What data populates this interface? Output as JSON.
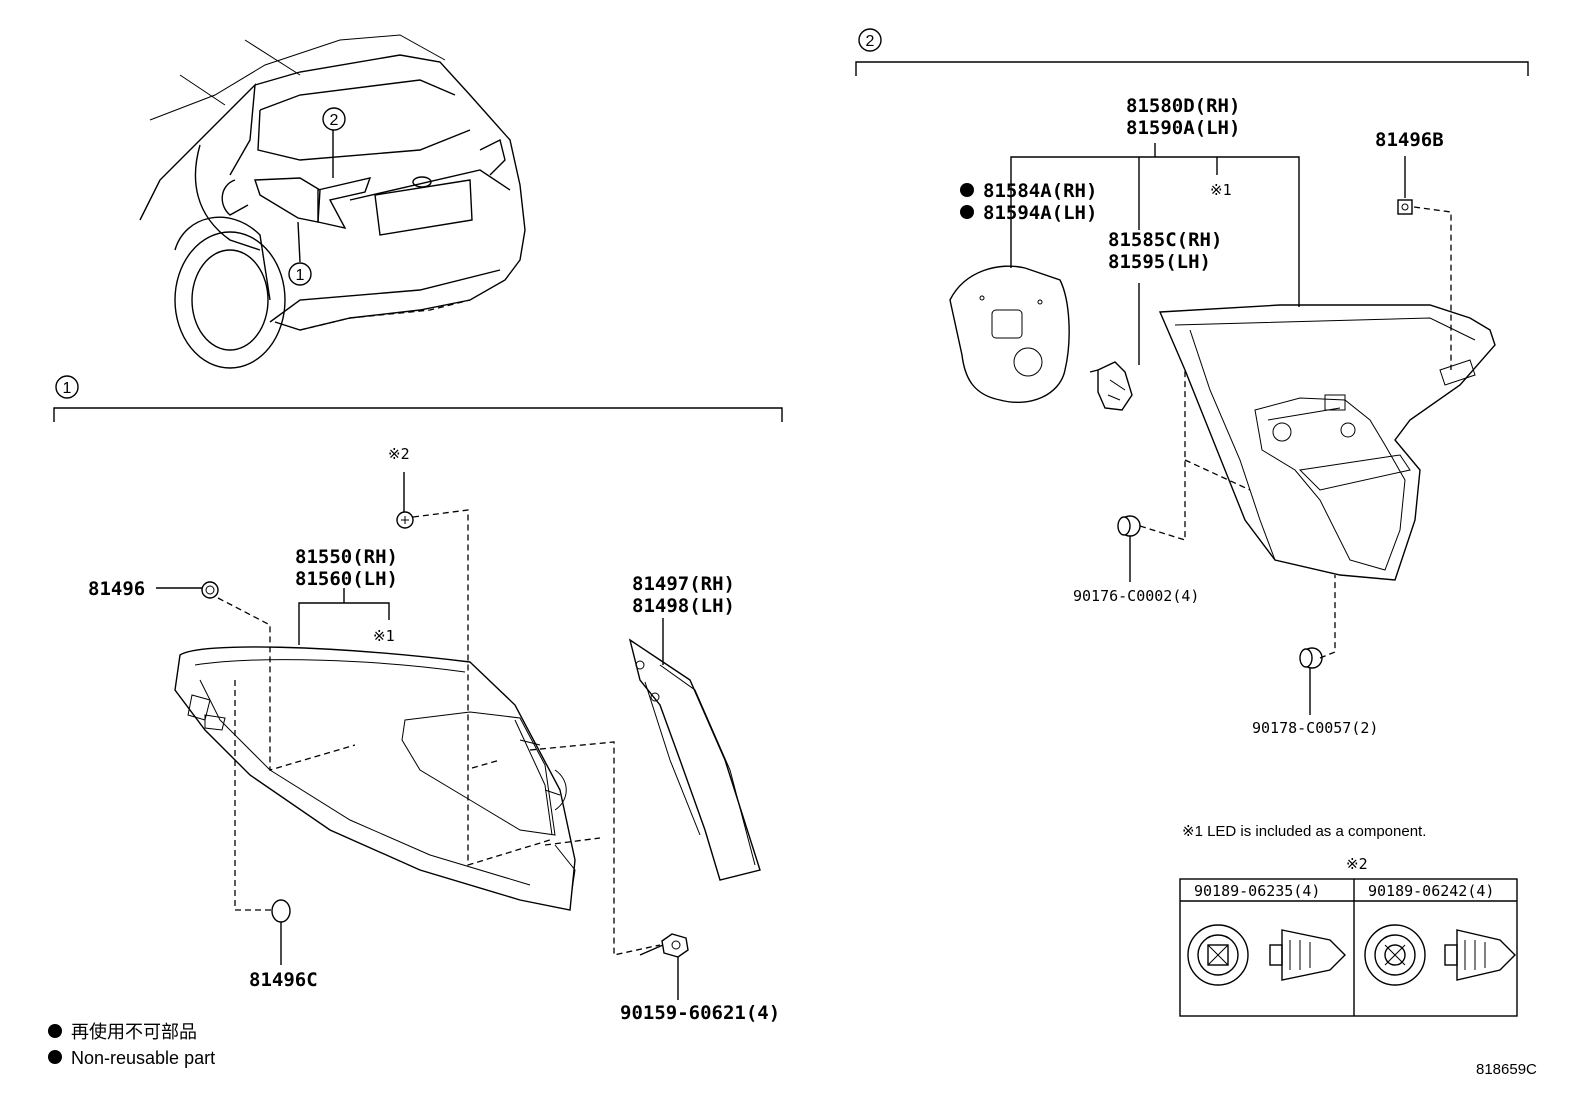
{
  "callouts": {
    "one": "1",
    "two": "2"
  },
  "section1": {
    "lamp_rh": "81550(RH)",
    "lamp_lh": "81560(LH)",
    "lamp_note": "※1",
    "clip_top_note": "※2",
    "screw_left": "81496",
    "clip_bottom": "81496C",
    "garnish_rh": "81497(RH)",
    "garnish_lh": "81498(LH)",
    "screw_bottom": "90159-60621(4)"
  },
  "section2": {
    "lamp_rh": "81580D(RH)",
    "lamp_lh": "81590A(LH)",
    "lamp_note": "※1",
    "gasket_rh": "81584A(RH)",
    "gasket_lh": "81594A(LH)",
    "socket_rh": "81585C(RH)",
    "socket_lh": "81595(LH)",
    "nut_top": "81496B",
    "clip_mid": "90176-C0002(4)",
    "clip_bottom": "90178-C0057(2)"
  },
  "notes": {
    "led_note": "※1 LED is included as a component.",
    "table_note": "※2",
    "table_col1": "90189-06235(4)",
    "table_col2": "90189-06242(4)"
  },
  "legend": {
    "jp": "再使用不可部品",
    "en": "Non-reusable part"
  },
  "diagram_code": "818659C"
}
